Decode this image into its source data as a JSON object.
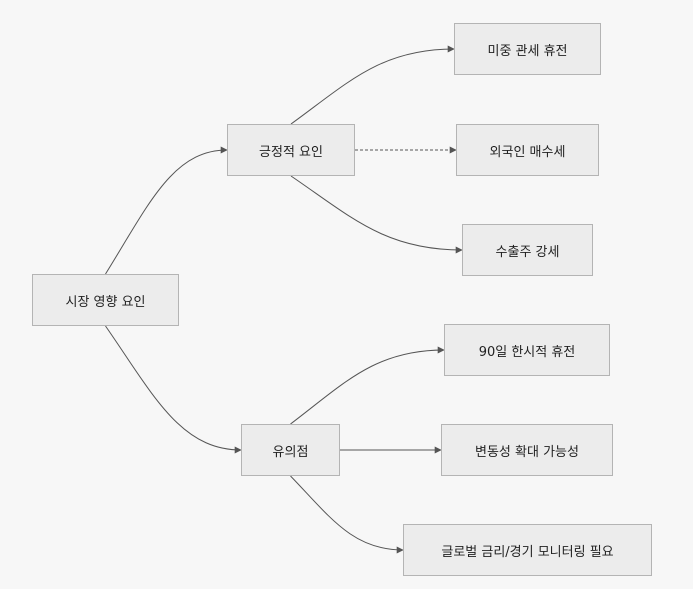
{
  "diagram": {
    "edge_color": "#555555",
    "node_fill": "#ececec",
    "node_border": "#b4b4b4",
    "nodes": {
      "root": "시장 영향 요인",
      "positive": "긍정적 요인",
      "caution": "유의점",
      "p1": "미중 관세 휴전",
      "p2": "외국인 매수세",
      "p3": "수출주 강세",
      "c1": "90일 한시적 휴전",
      "c2": "변동성 확대 가능성",
      "c3": "글로벌 금리/경기 모니터링 필요"
    },
    "edges": [
      {
        "from": "root",
        "to": "positive",
        "style": "solid"
      },
      {
        "from": "root",
        "to": "caution",
        "style": "solid"
      },
      {
        "from": "positive",
        "to": "p1",
        "style": "solid"
      },
      {
        "from": "positive",
        "to": "p2",
        "style": "dashed"
      },
      {
        "from": "positive",
        "to": "p3",
        "style": "solid"
      },
      {
        "from": "caution",
        "to": "c1",
        "style": "solid"
      },
      {
        "from": "caution",
        "to": "c2",
        "style": "solid"
      },
      {
        "from": "caution",
        "to": "c3",
        "style": "solid"
      }
    ]
  }
}
